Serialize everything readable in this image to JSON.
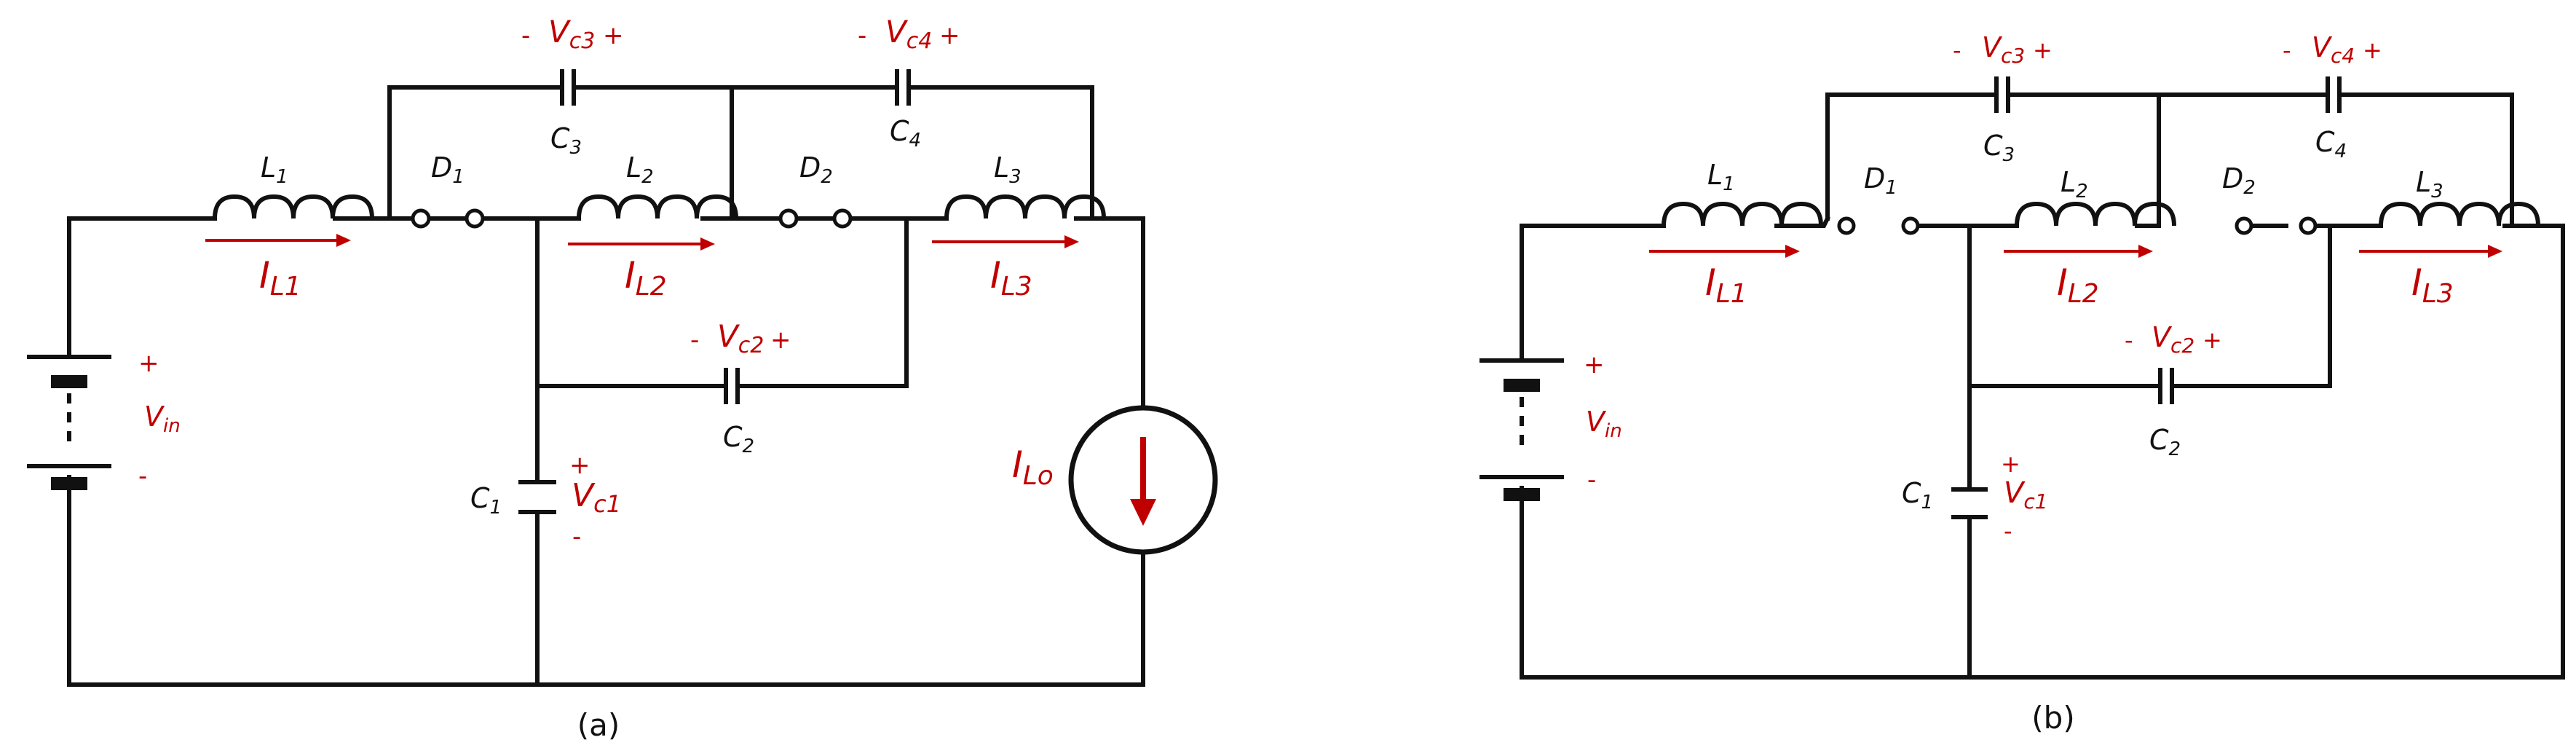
{
  "panels": [
    {
      "caption": "(a)",
      "labels": {
        "L1": "L",
        "L1_sub": "1",
        "L2": "L",
        "L2_sub": "2",
        "L3": "L",
        "L3_sub": "3",
        "D1": "D",
        "D1_sub": "1",
        "D2": "D",
        "D2_sub": "2",
        "C1": "C",
        "C1_sub": "1",
        "C2": "C",
        "C2_sub": "2",
        "C3": "C",
        "C3_sub": "3",
        "C4": "C",
        "C4_sub": "4",
        "IL1": "I",
        "IL1_sub": "L1",
        "IL2": "I",
        "IL2_sub": "L2",
        "IL3": "I",
        "IL3_sub": "L3",
        "ILo": "I",
        "ILo_sub": "Lo",
        "Vin": "V",
        "Vin_sub": "in",
        "Vc1": "V",
        "Vc1_sub": "c1",
        "Vc2": "V",
        "Vc2_sub": "c2",
        "Vc3": "V",
        "Vc3_sub": "c3",
        "Vc4": "V",
        "Vc4_sub": "c4",
        "plus": "+",
        "minus": "-"
      }
    },
    {
      "caption": "(b)",
      "labels": {
        "L1": "L",
        "L1_sub": "1",
        "L2": "L",
        "L2_sub": "2",
        "L3": "L",
        "L3_sub": "3",
        "D1": "D",
        "D1_sub": "1",
        "D2": "D",
        "D2_sub": "2",
        "C1": "C",
        "C1_sub": "1",
        "C2": "C",
        "C2_sub": "2",
        "C3": "C",
        "C3_sub": "3",
        "C4": "C",
        "C4_sub": "4",
        "IL1": "I",
        "IL1_sub": "L1",
        "IL2": "I",
        "IL2_sub": "L2",
        "IL3": "I",
        "IL3_sub": "L3",
        "Vin": "V",
        "Vin_sub": "in",
        "Vc1": "V",
        "Vc1_sub": "c1",
        "Vc2": "V",
        "Vc2_sub": "c2",
        "Vc3": "V",
        "Vc3_sub": "c3",
        "Vc4": "V",
        "Vc4_sub": "c4",
        "plus": "+",
        "minus": "-"
      }
    }
  ],
  "colors": {
    "wire": "#111111",
    "accent": "#c00000"
  }
}
